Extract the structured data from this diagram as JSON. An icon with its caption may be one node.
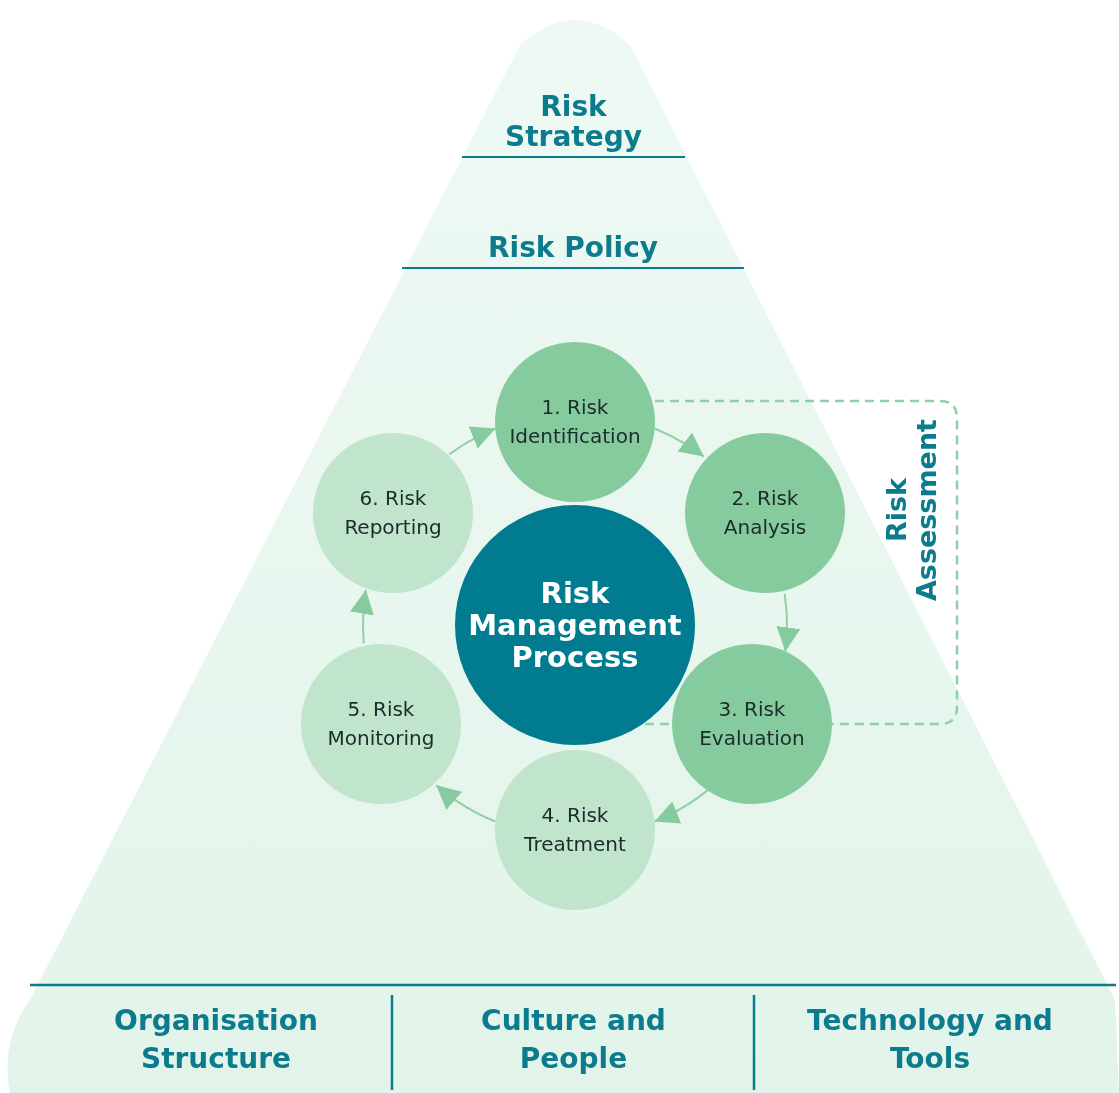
{
  "diagram": {
    "nodes": [
      {
        "text": [
          "Risk Strategy"
        ]
      },
      {
        "text": [
          "Risk Policy"
        ]
      },
      {
        "text": [
          "Risk Management Process"
        ]
      },
      {
        "text": [
          "1. Risk Identification"
        ]
      },
      {
        "text": [
          "2. Risk Analysis"
        ],
        "in": 9
      },
      {
        "text": [
          "3. Risk Evaluation"
        ]
      },
      {
        "text": [
          "4. Risk Treatment"
        ]
      },
      {
        "text": [
          "5. Risk Monitoring"
        ]
      },
      {
        "text": [
          "6. Risk Reporting"
        ]
      },
      {
        "text": [
          "Risk Assessment"
        ]
      },
      {
        "text": [
          "Organisation Structure"
        ]
      },
      {
        "text": [
          "Culture and People"
        ]
      },
      {
        "text": [
          "Technology and Tools"
        ]
      }
    ],
    "edges": [
      {
        "from": 3,
        "to": 4,
        "arrow": "to"
      },
      {
        "from": 4,
        "to": 5,
        "arrow": "to"
      },
      {
        "from": 5,
        "to": 6,
        "arrow": "to"
      },
      {
        "from": 6,
        "to": 7,
        "arrow": "to"
      },
      {
        "from": 7,
        "to": 8,
        "arrow": "to"
      },
      {
        "from": 8,
        "to": 3,
        "arrow": "to"
      }
    ]
  }
}
